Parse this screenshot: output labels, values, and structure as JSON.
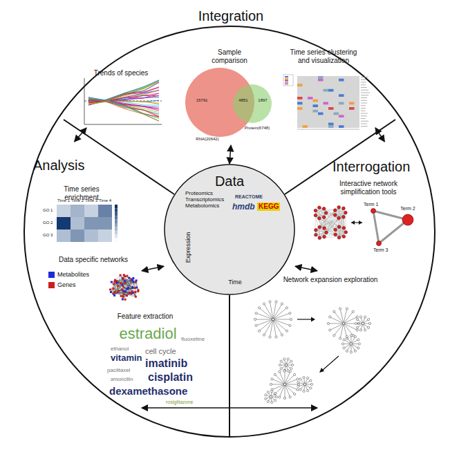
{
  "diagram": {
    "nodes": [
      {
        "text": [
          "Integration"
        ]
      },
      {
        "text": [
          "Analysis"
        ]
      },
      {
        "text": [
          "Interrogation"
        ]
      },
      {
        "text": [
          "Data",
          "Proteomics Transcriptomics Metabolomics"
        ]
      }
    ],
    "edges": [
      {
        "from": 3,
        "to": 0,
        "arrow": "both"
      },
      {
        "from": 3,
        "to": 1,
        "arrow": "both"
      },
      {
        "from": 3,
        "to": 2,
        "arrow": "both"
      },
      {
        "from": 0,
        "to": 1,
        "arrow": "both"
      },
      {
        "from": 0,
        "to": 2,
        "arrow": "both"
      },
      {
        "from": 1,
        "to": 2,
        "arrow": "both"
      }
    ],
    "labels": [
      "Trends of species",
      "Sample comparison",
      "15791",
      "4851",
      "1897",
      "RNA(20642)",
      "Protein(6748)",
      "Time series clustering and visualization",
      "Time series enrichment",
      "Time 1",
      "Time 2",
      "Time 3",
      "Time 4",
      "GO 1",
      "GO 2",
      "GO 3",
      "Data specific networks",
      "Feature extraction",
      "estradiol",
      "vitamin",
      "cell cycle",
      "imatinib",
      "cisplatin",
      "dexamethasone",
      "ethanol",
      "rosiglitazone",
      "fluoxetine",
      "paclitaxel",
      "amoxicillin",
      "REACTOME",
      "hmdb",
      "KEGG",
      "Expression",
      "Time",
      "Interactive network simplification tools",
      "Term 1",
      "Term 2",
      "Term 3",
      "Network expansion exploration"
    ],
    "legend": [
      {
        "text": "Metabolites",
        "color": "#1f2bd6"
      },
      {
        "text": "Genes",
        "color": "#c8201e"
      }
    ]
  }
}
